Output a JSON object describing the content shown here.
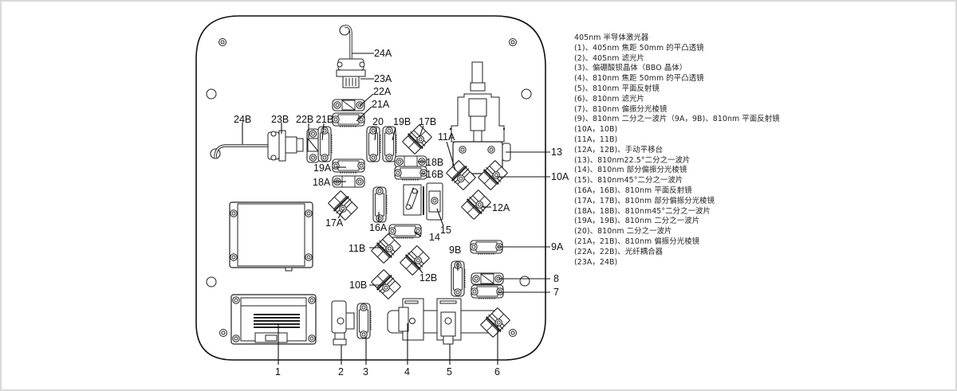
{
  "figure": {
    "type": "optical-layout-diagram",
    "description": "Top view of entangled photon source breadboard with numbered optical components"
  },
  "callouts": {
    "c24A": "24A",
    "c23A": "23A",
    "c22A": "22A",
    "c21A": "21A",
    "c24B": "24B",
    "c23B": "23B",
    "c22B": "22B",
    "c21B": "21B",
    "c20": "20",
    "c19B": "19B",
    "c17B": "17B",
    "c11A": "11A",
    "c13": "13",
    "c18B": "18B",
    "c16B": "16B",
    "c10A": "10A",
    "c19A": "19A",
    "c18A": "18A",
    "c12A": "12A",
    "c15": "15",
    "c17A": "17A",
    "c16A": "16A",
    "c14": "14",
    "c11B": "11B",
    "c9A": "9A",
    "c9B": "9B",
    "c12B": "12B",
    "c10B": "10B",
    "c8": "8",
    "c7": "7",
    "c1": "1",
    "c2": "2",
    "c3": "3",
    "c4": "4",
    "c5": "5",
    "c6": "6"
  },
  "legend": {
    "title": "405nm 半导体激光器",
    "items": [
      "(1)、405nm 焦距 50mm 的平凸透镜",
      "(2)、405nm 滤光片",
      "(3)、偏硼酸钡晶体（BBO 晶体）",
      "(4)、810nm 焦距 50mm 的平凸透镜",
      "(5)、810nm 平面反射镜",
      "(6)、810nm 滤光片",
      "(7)、810nm 偏振分光棱镜",
      "(9)、810nm 二分之一波片（9A，9B)、810nm 平面反射镜",
      "(10A，10B)",
      "(11A，11B)",
      "(12A，12B)、手动平移台",
      "(13)、810nm22.5°二分之一波片",
      "(14)、810nm 部分偏振分光棱镜",
      "(15)、810nm45°二分之一波片",
      "(16A，16B)、810nm 平面反射镜",
      "(17A，17B)、810nm 部分偏振分光棱镜",
      "(18A，18B)、810nm45°二分之一波片",
      "(19A，19B)、810nm 二分之一波片",
      "(20)、810nm 二分之一波片",
      "(21A，21B)、810nm 偏振分光棱镜",
      "(22A，22B)、光纤耦合器",
      "(23A，24B)"
    ]
  }
}
